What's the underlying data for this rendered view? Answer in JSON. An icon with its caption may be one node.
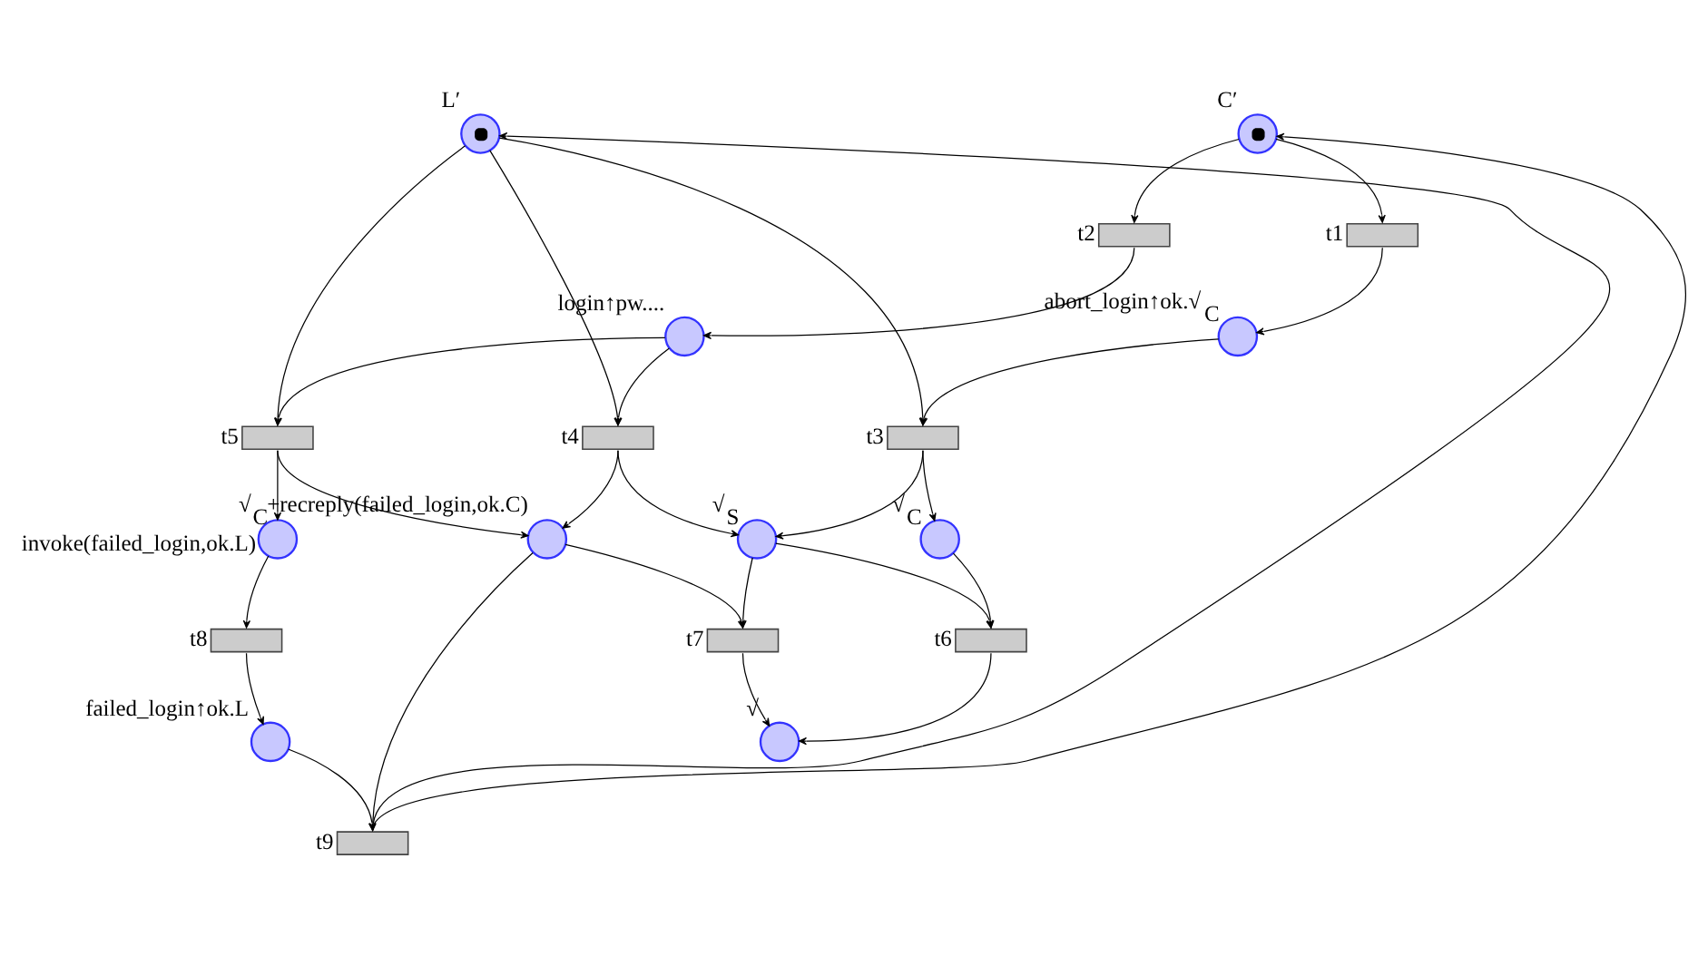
{
  "diagram": {
    "nodes": [
      {
        "text": [],
        "shape": "token",
        "beside": [
          "L′"
        ]
      },
      {
        "text": [],
        "shape": "token",
        "beside": [
          "C′"
        ]
      },
      {
        "text": [],
        "shape": "box",
        "beside": [
          "t1"
        ]
      },
      {
        "text": [],
        "shape": "box",
        "beside": [
          "t2"
        ]
      },
      {
        "text": [],
        "shape": "circle",
        "beside": [
          "abort_login↑ok.√$_{C}$"
        ]
      },
      {
        "text": [],
        "shape": "box",
        "beside": [
          "t3"
        ]
      },
      {
        "text": [],
        "shape": "circle",
        "beside": [
          "login↑pw...."
        ]
      },
      {
        "text": [],
        "shape": "circle",
        "beside": [
          "√$_{C}$"
        ]
      },
      {
        "text": [],
        "shape": "circle",
        "beside": [
          "√$_{S}$"
        ]
      },
      {
        "text": [],
        "shape": "box",
        "beside": [
          "t4"
        ]
      },
      {
        "text": [],
        "shape": "box",
        "beside": [
          "t5"
        ]
      },
      {
        "text": [],
        "shape": "circle",
        "beside": [
          "√$_{C}$+recreply(failed_login,ok.C)"
        ]
      },
      {
        "text": [],
        "shape": "box",
        "beside": [
          "t6"
        ]
      },
      {
        "text": [],
        "shape": "box",
        "beside": [
          "t7"
        ]
      },
      {
        "text": [],
        "shape": "circle",
        "beside": [
          "invoke(failed_login,ok.L)"
        ]
      },
      {
        "text": [],
        "shape": "circle",
        "beside": [
          "√"
        ]
      },
      {
        "text": [],
        "shape": "box",
        "beside": [
          "t8"
        ]
      },
      {
        "text": [],
        "shape": "circle",
        "beside": [
          "failed_login↑ok.L"
        ]
      },
      {
        "text": [],
        "shape": "box",
        "beside": [
          "t9"
        ]
      }
    ],
    "edges": [
      {
        "from": 0,
        "to": 5,
        "arrow": "to"
      },
      {
        "from": 0,
        "to": 9,
        "arrow": "to"
      },
      {
        "from": 0,
        "to": 10,
        "arrow": "to"
      },
      {
        "from": 1,
        "to": 2,
        "arrow": "to"
      },
      {
        "from": 1,
        "to": 3,
        "arrow": "to"
      },
      {
        "from": 2,
        "to": 4,
        "arrow": "to"
      },
      {
        "from": 3,
        "to": 6,
        "arrow": "to"
      },
      {
        "from": 4,
        "to": 5,
        "arrow": "to"
      },
      {
        "from": 6,
        "to": 9,
        "arrow": "to"
      },
      {
        "from": 6,
        "to": 10,
        "arrow": "to"
      },
      {
        "from": 5,
        "to": 7,
        "arrow": "to"
      },
      {
        "from": 5,
        "to": 8,
        "arrow": "to"
      },
      {
        "from": 9,
        "to": 8,
        "arrow": "to"
      },
      {
        "from": 9,
        "to": 11,
        "arrow": "to"
      },
      {
        "from": 10,
        "to": 11,
        "arrow": "to"
      },
      {
        "from": 10,
        "to": 14,
        "arrow": "to"
      },
      {
        "from": 7,
        "to": 12,
        "arrow": "to"
      },
      {
        "from": 8,
        "to": 12,
        "arrow": "to"
      },
      {
        "from": 8,
        "to": 13,
        "arrow": "to"
      },
      {
        "from": 11,
        "to": 13,
        "arrow": "to"
      },
      {
        "from": 11,
        "to": 18,
        "arrow": "to"
      },
      {
        "from": 12,
        "to": 15,
        "arrow": "to"
      },
      {
        "from": 13,
        "to": 15,
        "arrow": "to"
      },
      {
        "from": 14,
        "to": 16,
        "arrow": "to"
      },
      {
        "from": 16,
        "to": 17,
        "arrow": "to"
      },
      {
        "from": 17,
        "to": 18,
        "arrow": "to"
      },
      {
        "from": 18,
        "to": 0,
        "arrow": "to"
      },
      {
        "from": 18,
        "to": 1,
        "arrow": "to"
      }
    ]
  }
}
